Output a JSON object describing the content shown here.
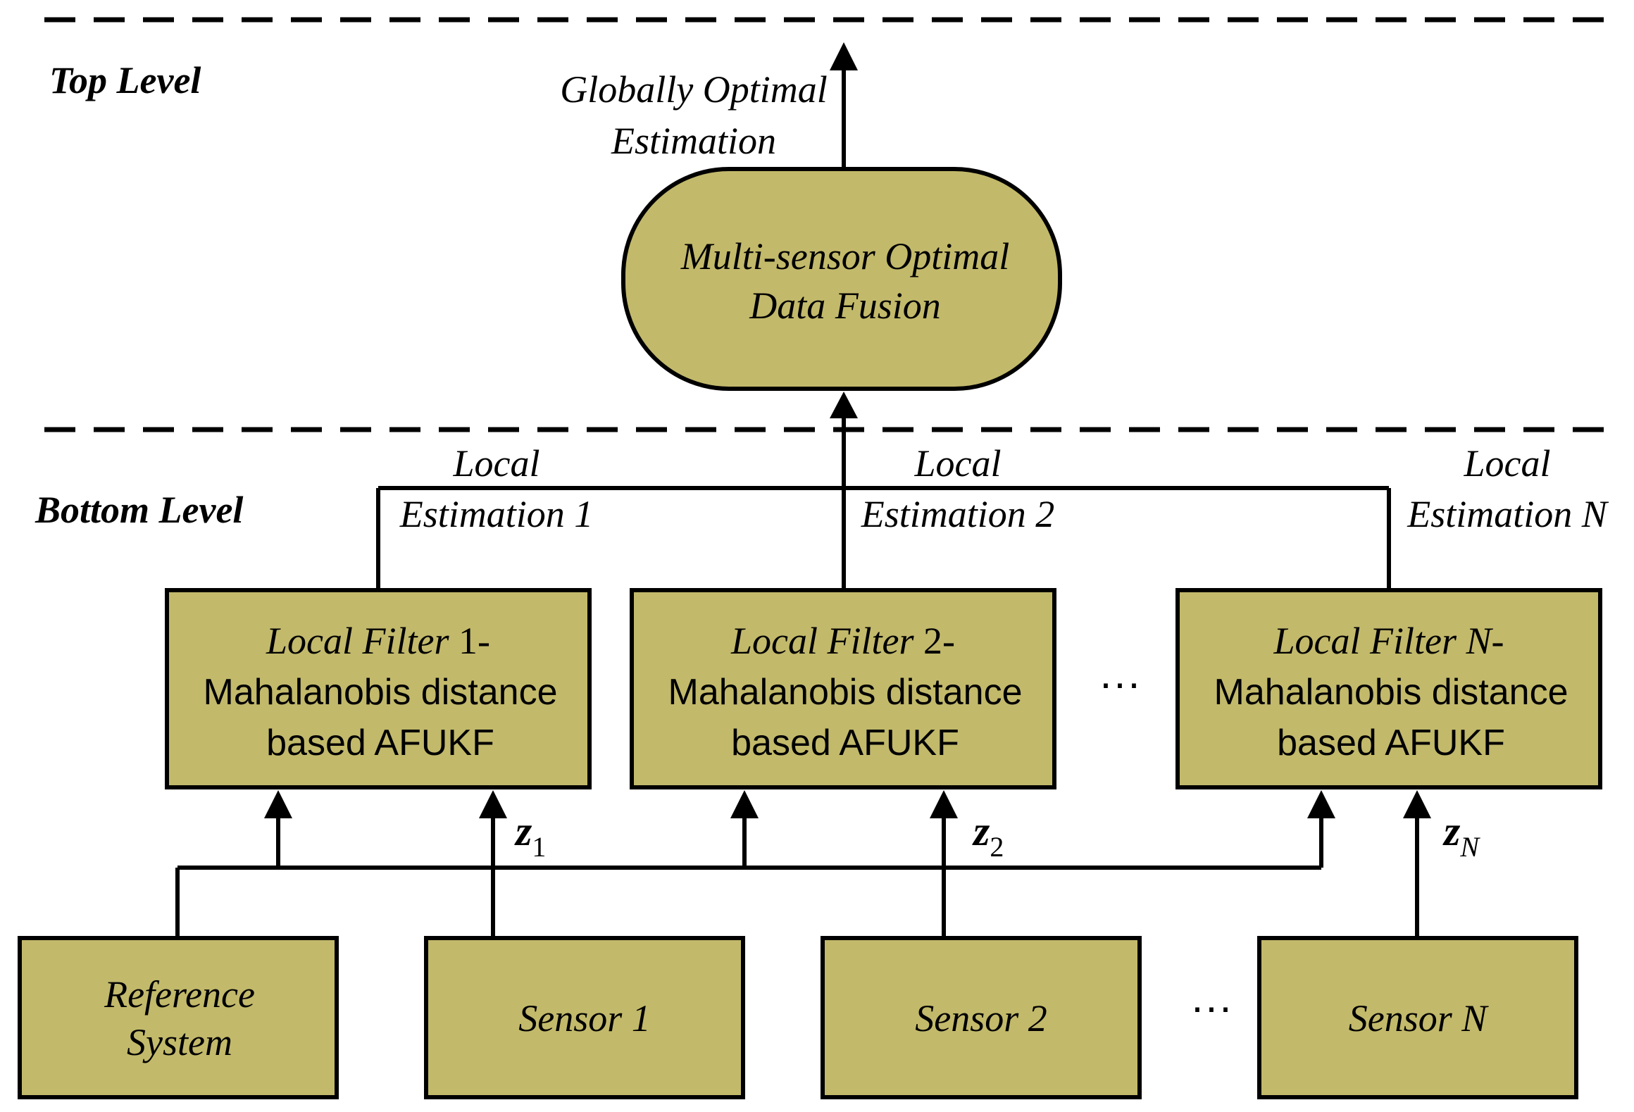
{
  "levels": {
    "top": "Top Level",
    "bottom": "Bottom Level"
  },
  "global_output": {
    "line1": "Globally Optimal",
    "line2": "Estimation"
  },
  "fusion": {
    "line1": "Multi-sensor Optimal",
    "line2": "Data Fusion"
  },
  "local_estimations": [
    {
      "line1": "Local",
      "line2": "Estimation 1"
    },
    {
      "line1": "Local",
      "line2": "Estimation 2"
    },
    {
      "line1": "Local",
      "line2": "Estimation N"
    }
  ],
  "filters": [
    {
      "name": "Local Filter",
      "index": "1",
      "dash": "-",
      "line2": "Mahalanobis distance",
      "line3": "based AFUKF"
    },
    {
      "name": "Local Filter",
      "index": "2",
      "dash": "-",
      "line2": "Mahalanobis distance",
      "line3": "based AFUKF"
    },
    {
      "name": "Local Filter",
      "index": "N",
      "dash": "-",
      "line2": "Mahalanobis distance",
      "line3": "based AFUKF"
    }
  ],
  "measurements": [
    {
      "symbol": "z",
      "sub": "1"
    },
    {
      "symbol": "z",
      "sub": "2"
    },
    {
      "symbol": "z",
      "sub": "N"
    }
  ],
  "sources": {
    "reference": {
      "line1": "Reference",
      "line2": "System"
    },
    "sensors": [
      "Sensor 1",
      "Sensor 2",
      "Sensor N"
    ]
  },
  "ellipsis": "···"
}
